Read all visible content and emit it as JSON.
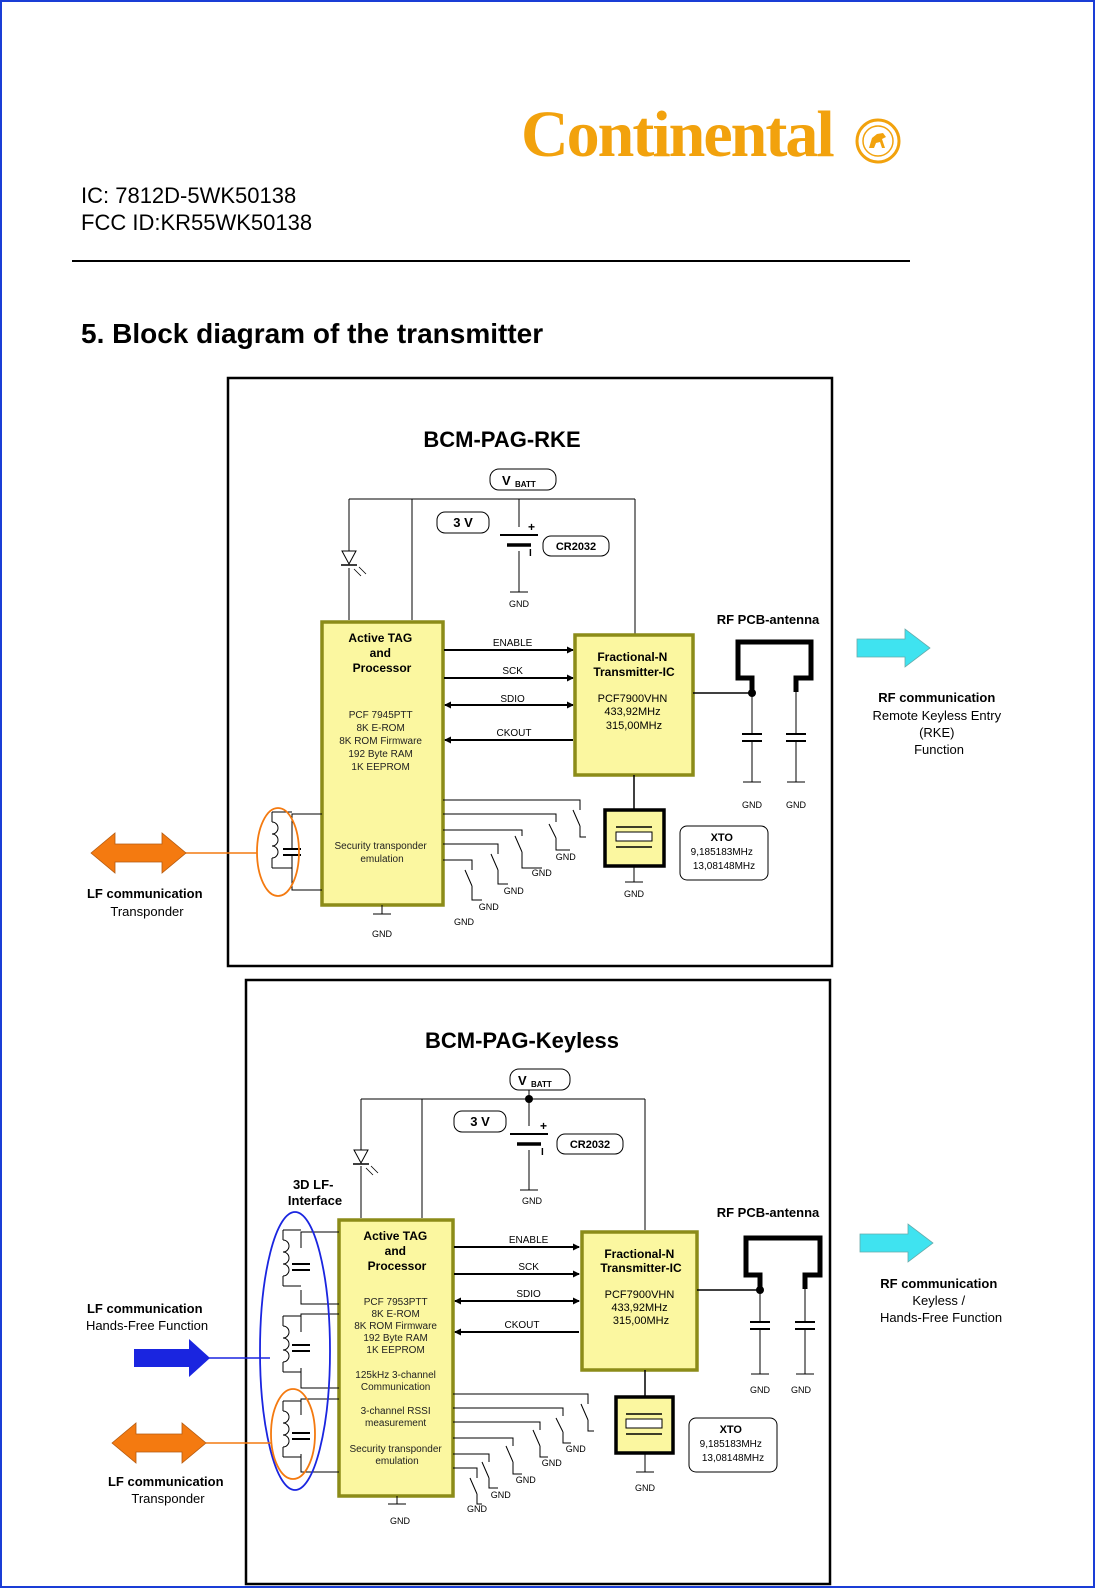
{
  "header": {
    "brand": "Continental",
    "ic_line": "IC:  7812D-5WK50138",
    "fcc_line": "FCC ID:KR55WK50138"
  },
  "section_title": "5. Block diagram of the transmitter",
  "colors": {
    "brand_orange": "#f2a20d",
    "block_fill": "#fbf7a0",
    "block_border": "#8c8c18",
    "rf_arrow": "#3fe3f0",
    "lf_transponder_arrow": "#f47a10",
    "lf_handsfree_arrow": "#1a25e0",
    "page_border": "#1a3dd6"
  },
  "diagrams": [
    {
      "title": "BCM-PAG-RKE",
      "vbatt_main": "V",
      "vbatt_sub": "BATT",
      "supply_voltage": "3 V",
      "battery": "CR2032",
      "gnd": "GND",
      "processor": {
        "title": [
          "Active TAG",
          "and",
          "Processor"
        ],
        "details": [
          "PCF 7945PTT",
          "8K E-ROM",
          "8K ROM Firmware",
          "192 Byte RAM",
          "1K EEPROM"
        ],
        "extra": [
          "Security transponder",
          "emulation"
        ]
      },
      "signals": [
        "ENABLE",
        "SCK",
        "SDIO",
        "CKOUT"
      ],
      "transmitter": {
        "title": [
          "Fractional-N",
          "Transmitter-IC"
        ],
        "details": [
          "PCF7900VHN",
          "433,92MHz",
          "315,00MHz"
        ]
      },
      "antenna_label": "RF PCB-antenna",
      "xto": {
        "title": "XTO",
        "freqs": [
          "9,185183MHz",
          "13,08148MHz"
        ]
      },
      "rf_comm": {
        "title": "RF communication",
        "lines": [
          "Remote Keyless Entry",
          "(RKE)",
          "Function"
        ]
      },
      "lf_comm": {
        "title": "LF communication",
        "lines": [
          "Transponder"
        ]
      }
    },
    {
      "title": "BCM-PAG-Keyless",
      "vbatt_main": "V",
      "vbatt_sub": "BATT",
      "supply_voltage": "3 V",
      "battery": "CR2032",
      "gnd": "GND",
      "lf_interface_label": [
        "3D LF-",
        "Interface"
      ],
      "processor": {
        "title": [
          "Active TAG",
          "and",
          "Processor"
        ],
        "details": [
          "PCF 7953PTT",
          "8K E-ROM",
          "8K ROM Firmware",
          "192 Byte RAM",
          "1K EEPROM"
        ],
        "extra": [
          "125kHz 3-channel",
          "Communication",
          "3-channel RSSI",
          "measurement",
          "Security transponder",
          "emulation"
        ]
      },
      "signals": [
        "ENABLE",
        "SCK",
        "SDIO",
        "CKOUT"
      ],
      "transmitter": {
        "title": [
          "Fractional-N",
          "Transmitter-IC"
        ],
        "details": [
          "PCF7900VHN",
          "433,92MHz",
          "315,00MHz"
        ]
      },
      "antenna_label": "RF PCB-antenna",
      "xto": {
        "title": "XTO",
        "freqs": [
          "9,185183MHz",
          "13,08148MHz"
        ]
      },
      "rf_comm": {
        "title": "RF communication",
        "lines": [
          "Keyless /",
          "Hands-Free Function"
        ]
      },
      "lf_handsfree": {
        "title": "LF communication",
        "lines": [
          "Hands-Free Function"
        ]
      },
      "lf_comm": {
        "title": "LF communication",
        "lines": [
          "Transponder"
        ]
      }
    }
  ]
}
